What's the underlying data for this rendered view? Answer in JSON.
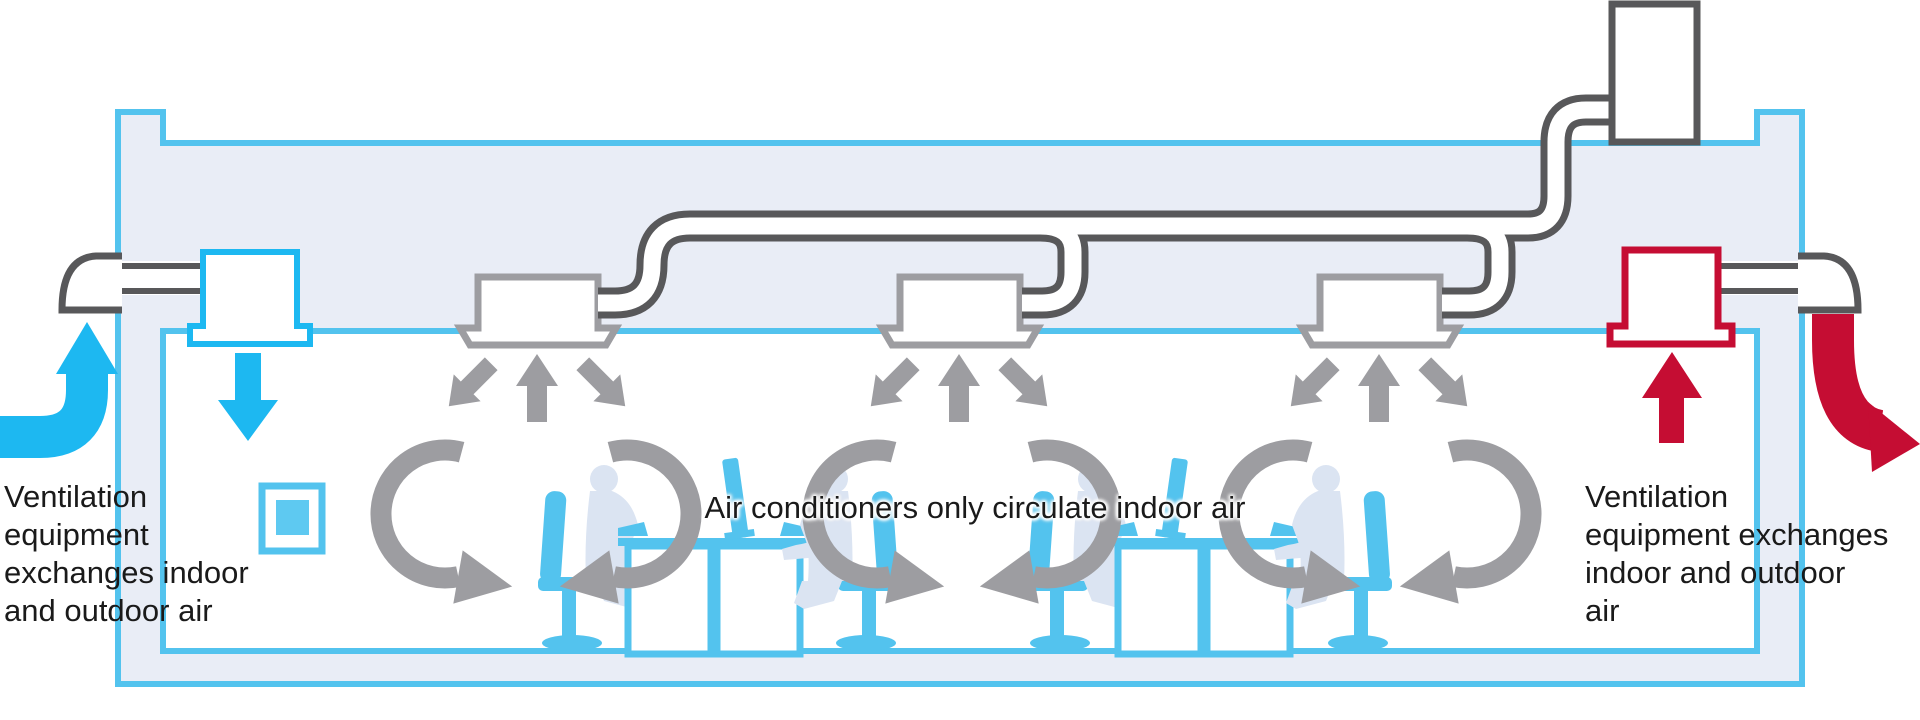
{
  "labels": {
    "left": {
      "lines": [
        "Ventilation",
        "equipment",
        "exchanges indoor",
        "and outdoor air"
      ]
    },
    "center": {
      "text": "Air conditioners only circulate indoor air"
    },
    "right": {
      "lines": [
        "Ventilation",
        "equipment exchanges",
        "indoor and outdoor",
        "air"
      ]
    }
  },
  "colors": {
    "cyan": "#53c3ee",
    "cyanStrong": "#1db8f1",
    "wallFill": "#e9edf6",
    "gray": "#9d9da1",
    "pipe": "#58585a",
    "red": "#c50d33",
    "person": "#dbe4f2",
    "ink": "#1a1a1a"
  }
}
